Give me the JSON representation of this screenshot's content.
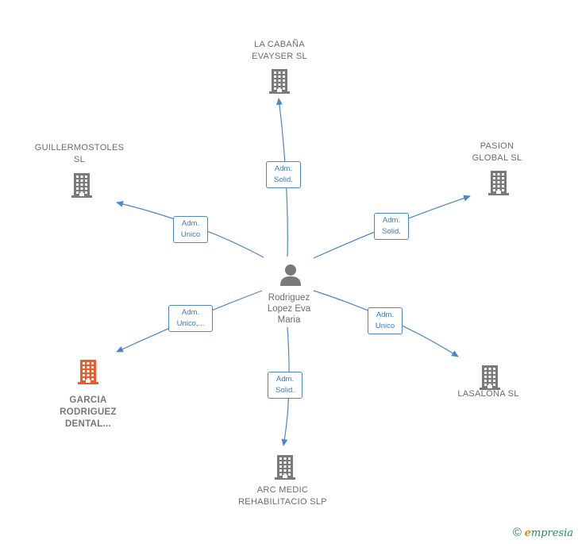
{
  "center": {
    "name_lines": "Rodriguez\nLopez Eva\nMaria",
    "icon": "person-icon"
  },
  "companies": [
    {
      "id": "la-cabana",
      "name": "LA CABAÑA\nEVAYSER  SL",
      "role": "Adm.\nSolid.",
      "color": "#7a7a7a",
      "highlight": false
    },
    {
      "id": "pasion-global",
      "name": "PASION\nGLOBAL  SL",
      "role": "Adm.\nSolid.",
      "color": "#7a7a7a",
      "highlight": false
    },
    {
      "id": "lasalona",
      "name": "LASALONA  SL",
      "role": "Adm.\nUnico",
      "color": "#7a7a7a",
      "highlight": false
    },
    {
      "id": "arc-medic",
      "name": "ARC MEDIC\nREHABILITACIO SLP",
      "role": "Adm.\nSolid.",
      "color": "#7a7a7a",
      "highlight": false
    },
    {
      "id": "garcia-rodriguez",
      "name": "GARCIA\nRODRIGUEZ\nDENTAL...",
      "role": "Adm.\nUnico,...",
      "color": "#f05a28",
      "highlight": true
    },
    {
      "id": "guillermostoles",
      "name": "GUILLERMOSTOLES\nSL",
      "role": "Adm.\nUnico",
      "color": "#7a7a7a",
      "highlight": false
    }
  ],
  "colors": {
    "edge": "#4a86d0",
    "building": "#7a7a7a",
    "highlight": "#f05a28",
    "person": "#7a7a7a"
  },
  "footer": {
    "symbol": "©",
    "brand_initial": "e",
    "brand_rest": "mpresia"
  }
}
